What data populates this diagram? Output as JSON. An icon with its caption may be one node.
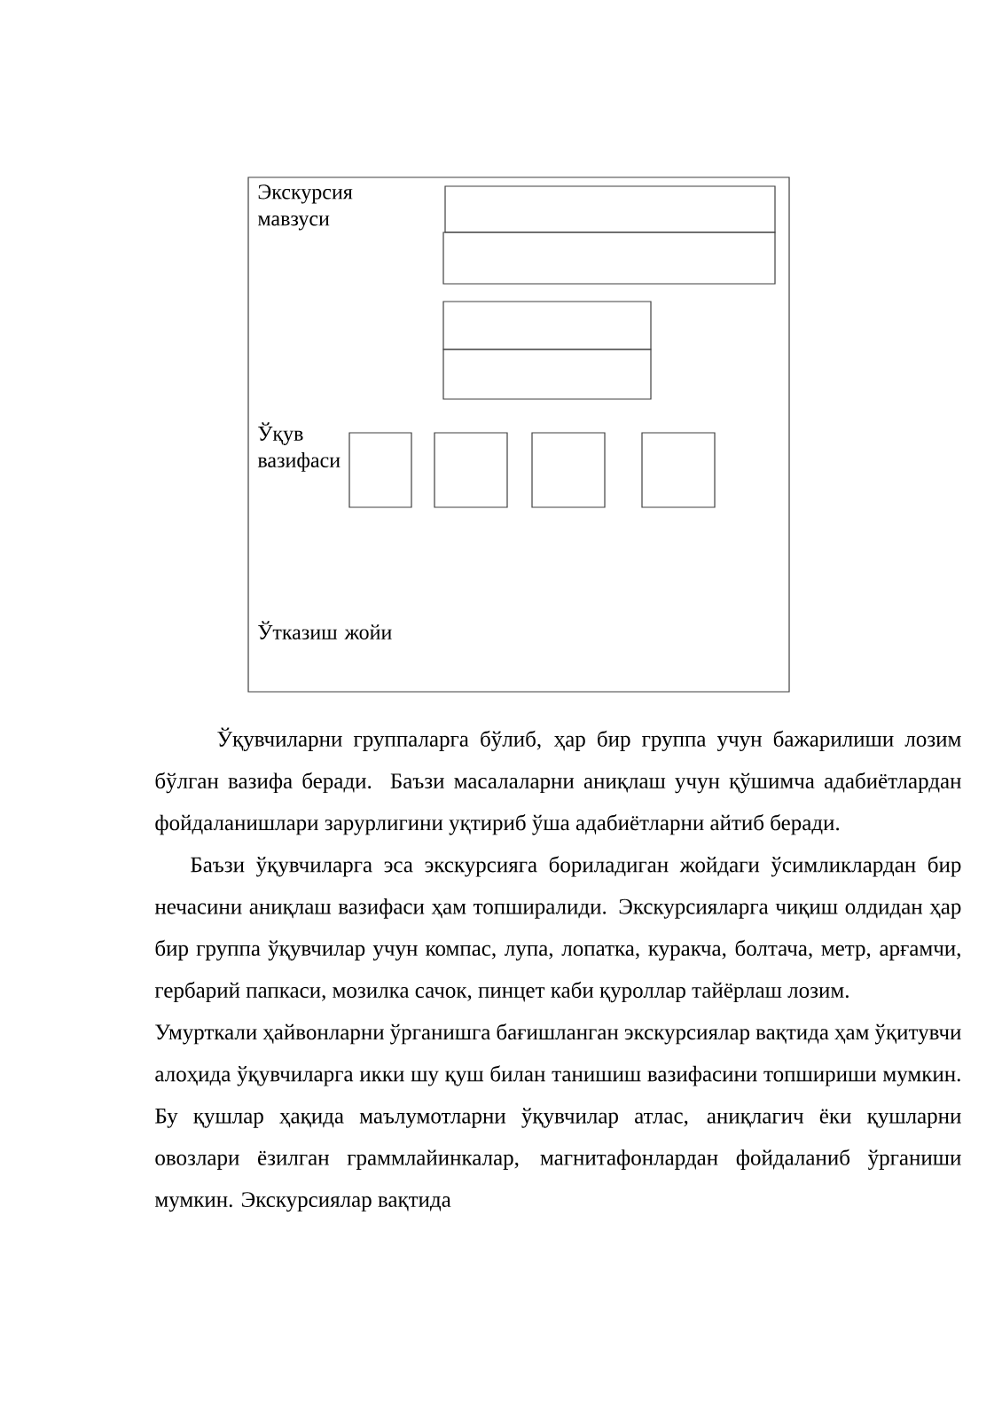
{
  "diagram": {
    "nodes": [
      {
        "text": [
          "Экскурсия мавзуси",
          "Ўқув вазифаси",
          "Ўтказиш жойи"
        ]
      },
      {
        "text": [],
        "shape": "box",
        "in": 0
      },
      {
        "text": [],
        "shape": "box",
        "in": 0
      },
      {
        "text": [],
        "shape": "box",
        "in": 0
      },
      {
        "text": [],
        "shape": "box",
        "in": 0
      },
      {
        "text": [],
        "shape": "box",
        "in": 0
      },
      {
        "text": [],
        "shape": "box",
        "in": 0
      },
      {
        "text": [],
        "shape": "box",
        "in": 0
      },
      {
        "text": [],
        "shape": "box",
        "in": 0
      }
    ],
    "labels": [
      "Ўқувчиларни группаларга бўлиб, ҳар бир группа учун бажарилиши лозим бўлган вазифа беради. Баъзи масалаларни аниқлаш учун қўшимча адабиётлардан фойдаланишлари зарурлигини уқтириб ўша адабиётларни айтиб беради.",
      "Баъзи ўқувчиларга эса экскурсияга бориладиган жойдаги ўсимликлардан бир нечасини аниқлаш вазифаси ҳам топширалиди. Экскурсияларга чиқиш олдидан ҳар бир группа ўқувчилар учун компас, лупа, лопатка, куракча, болтача, метр, арғамчи, гербарий папкаси, мозилка сачок, пинцет каби қуроллар тайёрлаш лозим.",
      "Умурткали ҳайвонларни ўрганишга бағишланган экскурсиялар вақтида ҳам ўқитувчи алоҳида ўқувчиларга икки шу қуш билан танишиш вазифасини топшириши мумкин. Бу қушлар ҳақида маълумотларни ўқувчилар атлас, аниқлагич ёки қушларни овозлари ёзилган граммлайинкалар, магнитафонлардан фойдаланиб ўрганиши мумкин. Экскурсиялар вақтида"
    ]
  }
}
